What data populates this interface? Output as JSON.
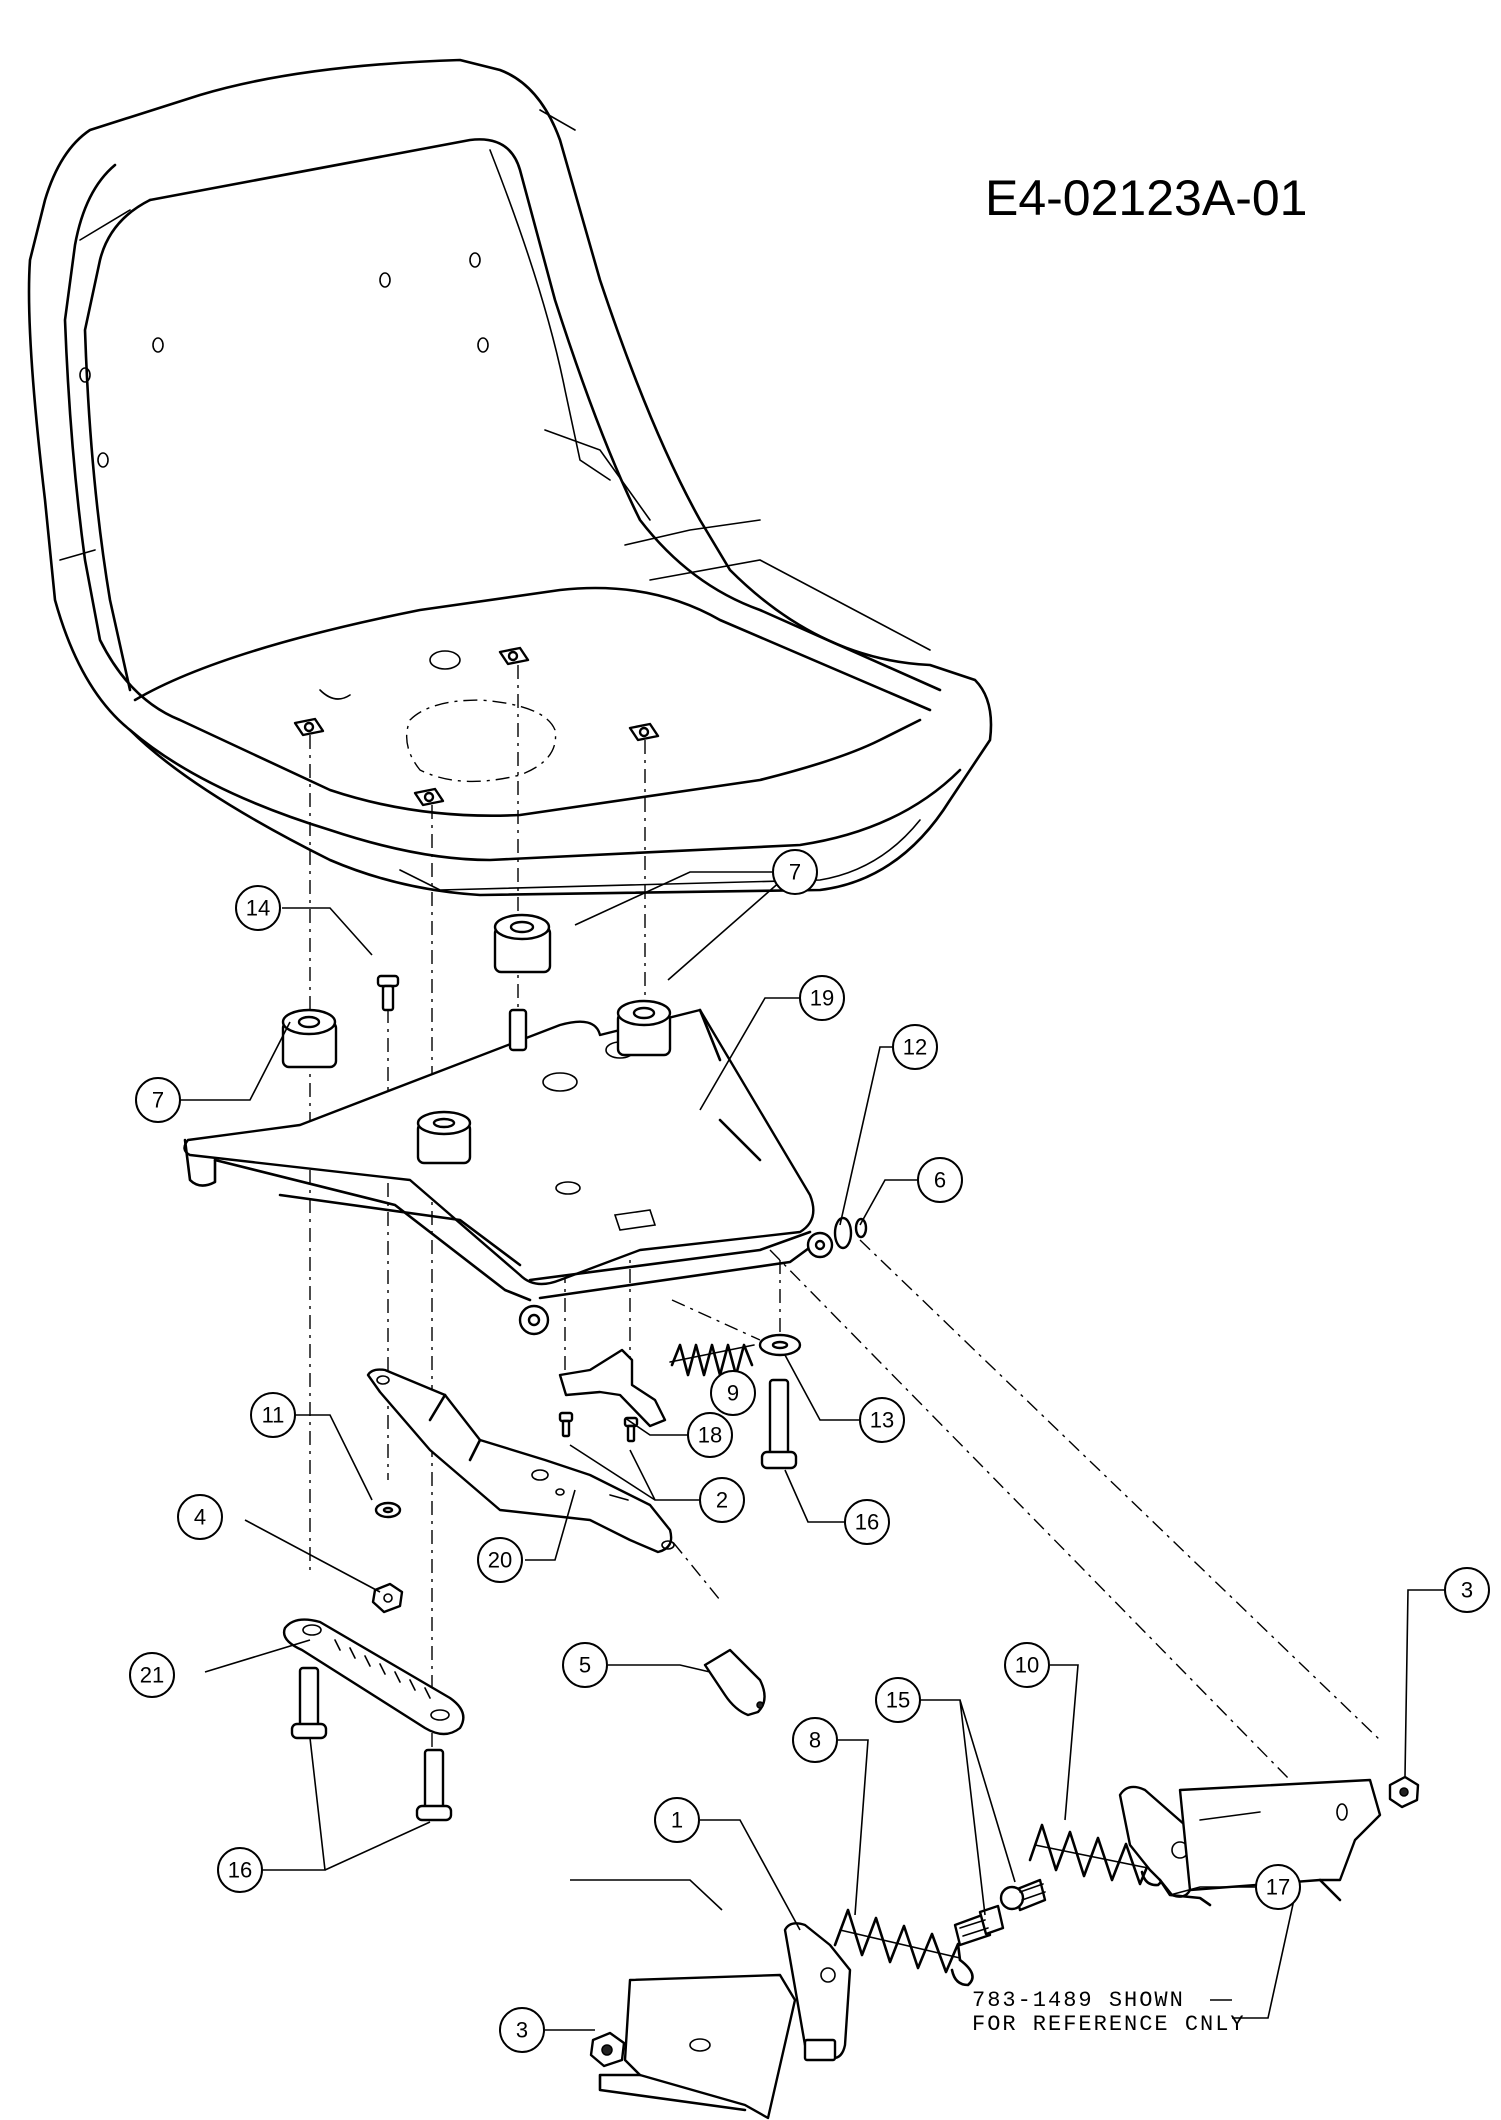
{
  "drawing_id": "E4-02123A-01",
  "reference_note": {
    "line1": "783-1489 SHOWN",
    "line2": "FOR REFERENCE CNLY"
  },
  "callouts": [
    {
      "id": "c14",
      "label": "14"
    },
    {
      "id": "c7a",
      "label": "7"
    },
    {
      "id": "c7b",
      "label": "7"
    },
    {
      "id": "c19",
      "label": "19"
    },
    {
      "id": "c12",
      "label": "12"
    },
    {
      "id": "c6",
      "label": "6"
    },
    {
      "id": "c9",
      "label": "9"
    },
    {
      "id": "c13",
      "label": "13"
    },
    {
      "id": "c18",
      "label": "18"
    },
    {
      "id": "c2",
      "label": "2"
    },
    {
      "id": "c16a",
      "label": "16"
    },
    {
      "id": "c11",
      "label": "11"
    },
    {
      "id": "c4",
      "label": "4"
    },
    {
      "id": "c20",
      "label": "20"
    },
    {
      "id": "c5",
      "label": "5"
    },
    {
      "id": "c21",
      "label": "21"
    },
    {
      "id": "c3a",
      "label": "3"
    },
    {
      "id": "c10",
      "label": "10"
    },
    {
      "id": "c15",
      "label": "15"
    },
    {
      "id": "c8",
      "label": "8"
    },
    {
      "id": "c1",
      "label": "1"
    },
    {
      "id": "c16b",
      "label": "16"
    },
    {
      "id": "c17",
      "label": "17"
    },
    {
      "id": "c3b",
      "label": "3"
    }
  ]
}
